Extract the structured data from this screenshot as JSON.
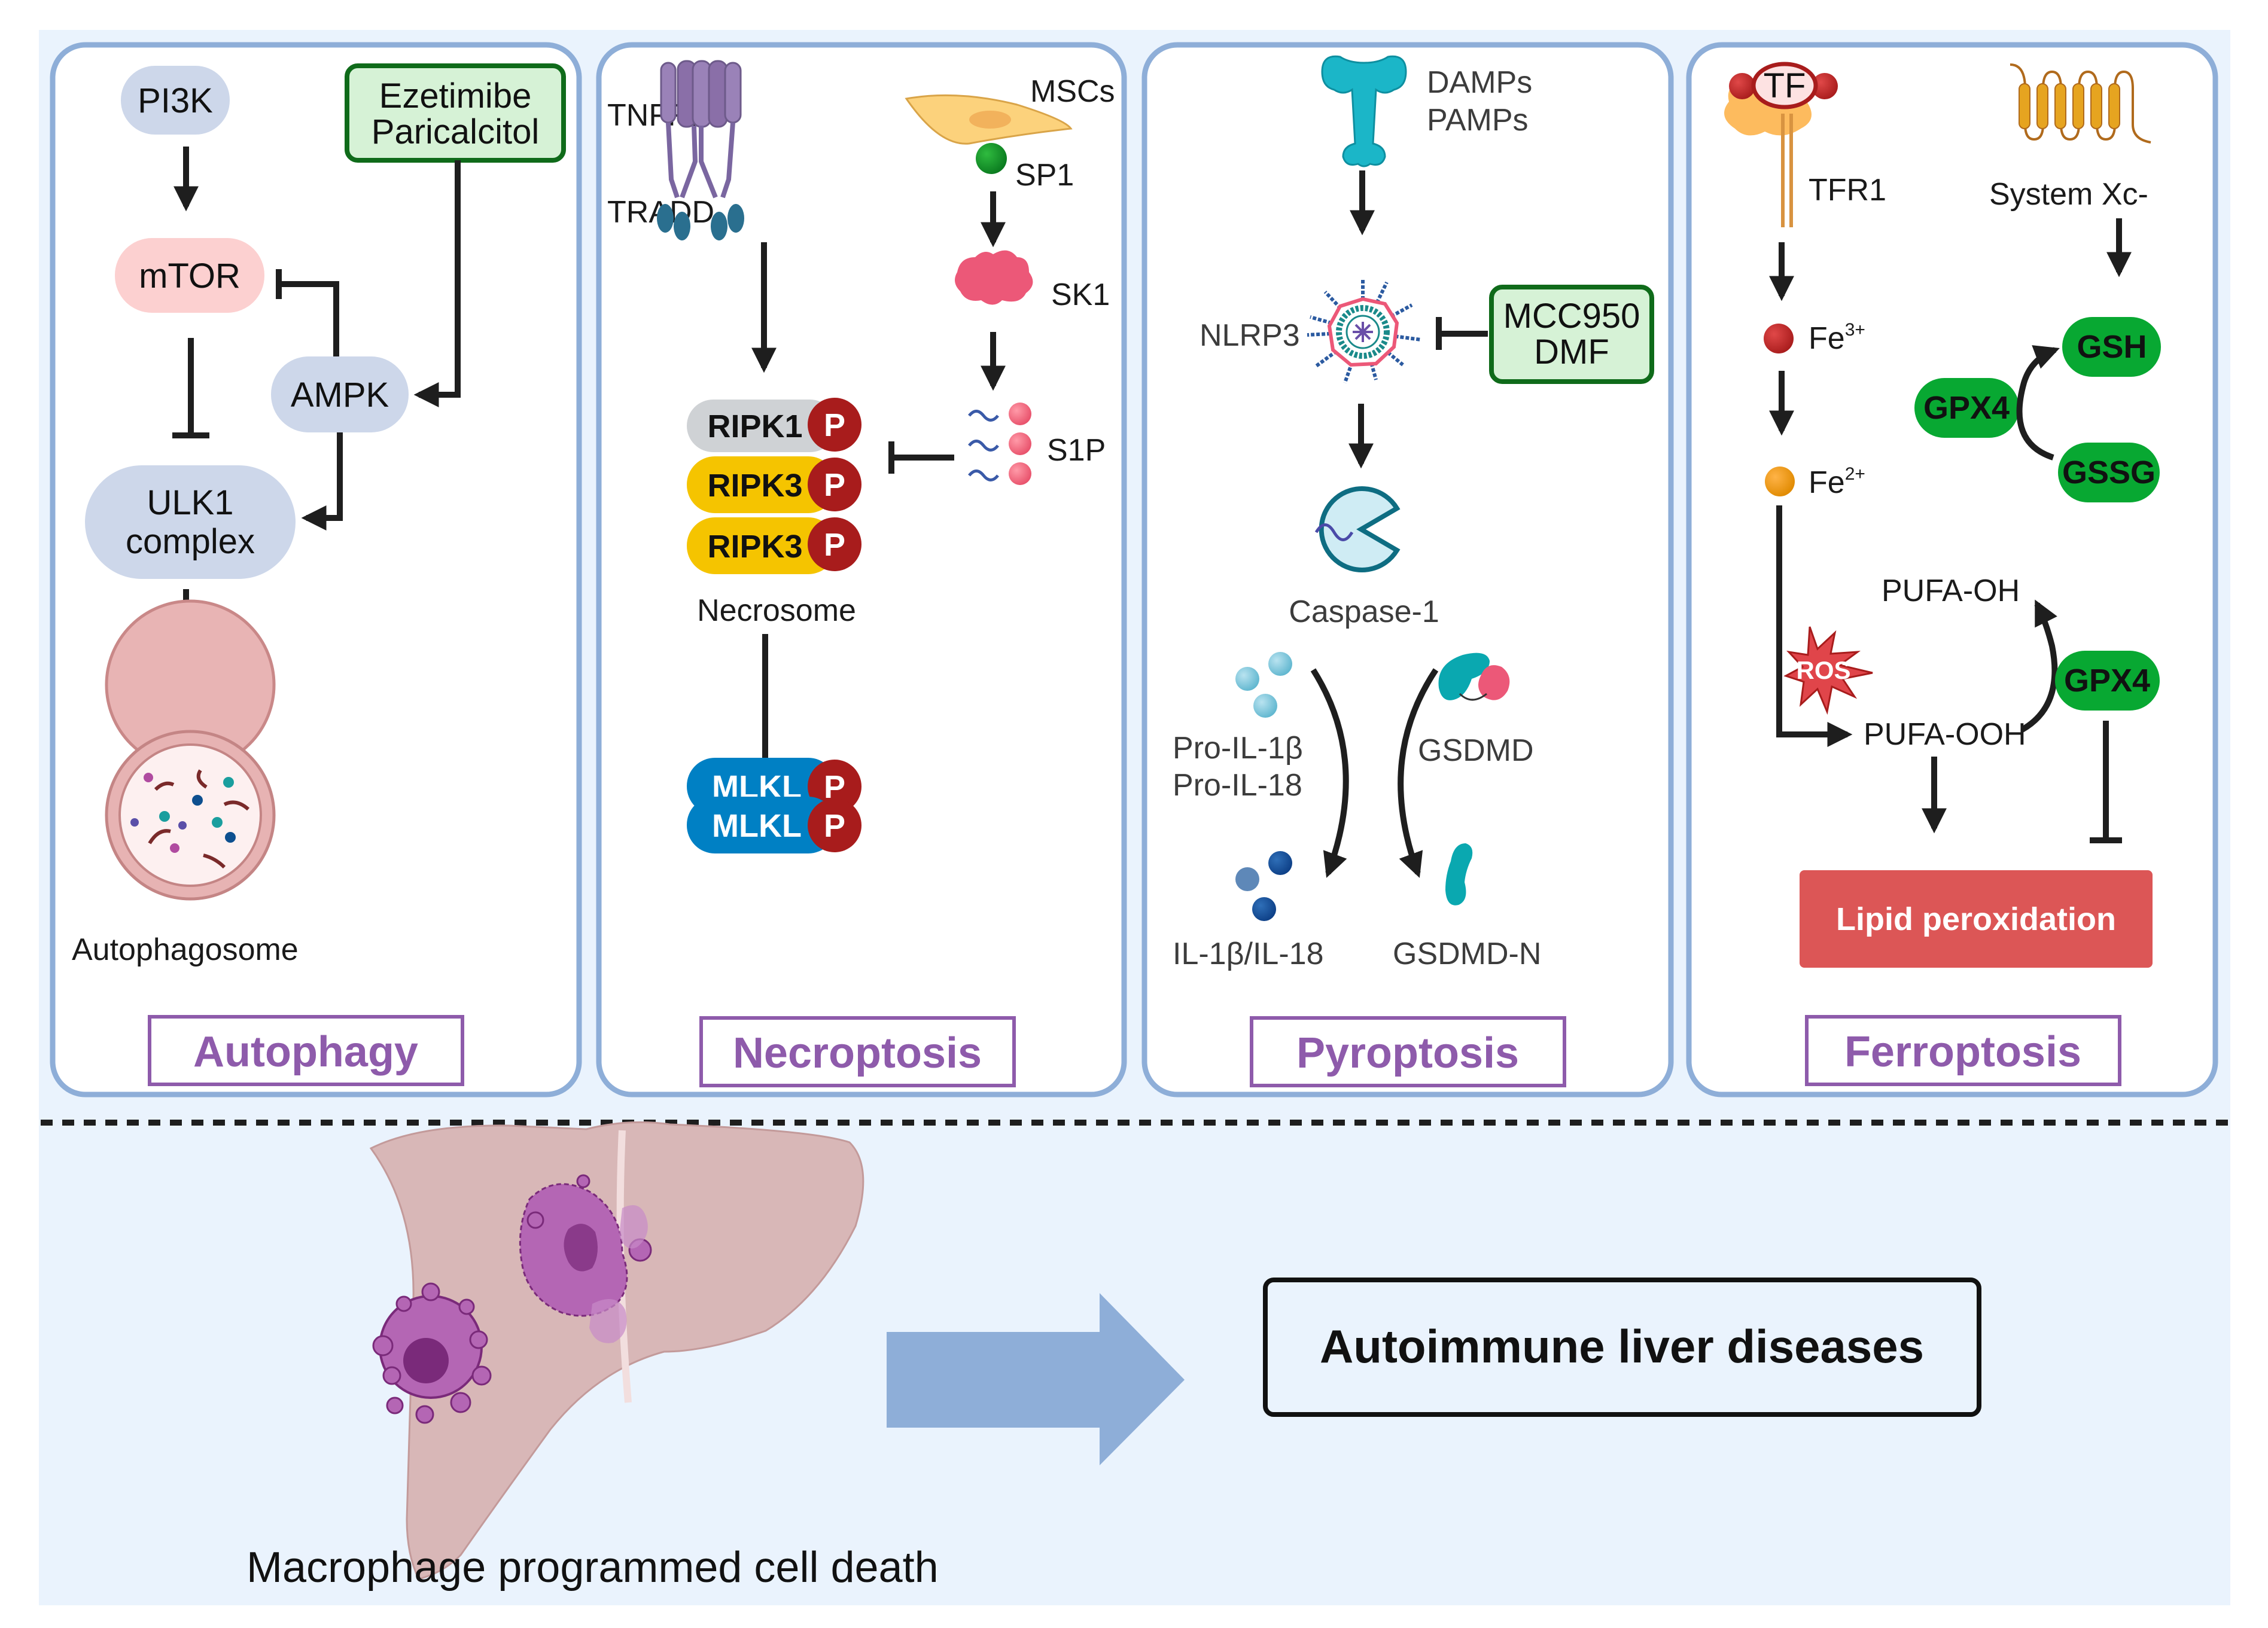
{
  "figure": {
    "colors": {
      "background": "#eaf3fd",
      "panel_border": "#8eaed8",
      "title_purple": "#8e5bab",
      "drug_green_fill": "#d6f2d6",
      "drug_green_border": "#0f6b1a",
      "node_blue": "#cdd7ea",
      "node_pink": "#fcd0d0",
      "ripk1_grey": "#cfd2d5",
      "ripk3_yellow": "#f5c400",
      "mlkl_blue": "#0080c4",
      "phospho_red": "#a81c1c",
      "gpx_green": "#08a832",
      "lipid_red": "#dc5656",
      "arrow_blue": "#8eaed8"
    }
  },
  "panels": {
    "autophagy": {
      "title": "Autophagy",
      "pi3k": "PI3K",
      "mtor": "mTOR",
      "ampk": "AMPK",
      "ulk1_line1": "ULK1",
      "ulk1_line2": "complex",
      "drug_line1": "Ezetimibe",
      "drug_line2": "Paricalcitol",
      "autophagosome": "Autophagosome"
    },
    "necroptosis": {
      "title": "Necroptosis",
      "tnfr1": "TNFR1",
      "tradd": "TRADD",
      "mscs": "MSCs",
      "sp1": "SP1",
      "sk1": "SK1",
      "s1p": "S1P",
      "ripk1": "RIPK1",
      "ripk3_a": "RIPK3",
      "ripk3_b": "RIPK3",
      "phospho": "P",
      "necrosome": "Necrosome",
      "mlkl_a": "MLKL",
      "mlkl_b": "MLKL"
    },
    "pyroptosis": {
      "title": "Pyroptosis",
      "damps": "DAMPs",
      "pamps": "PAMPs",
      "nlrp3": "NLRP3",
      "drug_line1": "MCC950",
      "drug_line2": "DMF",
      "caspase1": "Caspase-1",
      "pro_il1b": "Pro-IL-1β",
      "pro_il18": "Pro-IL-18",
      "gsdmd": "GSDMD",
      "il1b_il18": "IL-1β/IL-18",
      "gsdmd_n": "GSDMD-N"
    },
    "ferroptosis": {
      "title": "Ferroptosis",
      "tf": "TF",
      "tfr1": "TFR1",
      "system_xc": "System Xc-",
      "fe3_base": "Fe",
      "fe3_sup": "3+",
      "fe2_base": "Fe",
      "fe2_sup": "2+",
      "gsh": "GSH",
      "gpx4_a": "GPX4",
      "gssg": "GSSG",
      "pufa_oh": "PUFA-OH",
      "ros": "ROS",
      "pufa_ooh": "PUFA-OOH",
      "gpx4_b": "GPX4",
      "lipid_peroxidation": "Lipid peroxidation"
    }
  },
  "bottom": {
    "liver_caption": "Macrophage programmed  cell death",
    "outcome": "Autoimmune liver diseases"
  }
}
